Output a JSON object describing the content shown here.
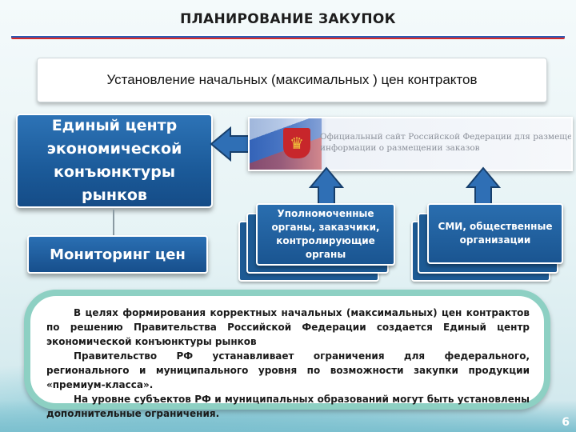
{
  "slide": {
    "title": "ПЛАНИРОВАНИЕ ЗАКУПОК",
    "subtitle": "Установление начальных (максимальных ) цен контрактов",
    "page_number": "6"
  },
  "center_box": {
    "text": "Единый центр экономической конъюнктуры рынков"
  },
  "monitoring_box": {
    "text": "Мониторинг цен"
  },
  "site_banner": {
    "line1": "Официальный сайт Российской Федерации для размещения",
    "line2": "информации о размещении заказов",
    "emblem_icon": "coat-of-arms-icon"
  },
  "authorities_box": {
    "text": "Уполномоченные органы, заказчики, контролирующие органы"
  },
  "media_box": {
    "text": "СМИ, общественные организации"
  },
  "info": {
    "paragraph1": "В целях формирования корректных начальных (максимальных) цен контрактов по решению Правительства Российской Федерации создается Единый центр экономической конъюнктуры рынков",
    "paragraph2": "Правительство РФ устанавливает ограничения для федерального, регионального и муниципального уровня по возможности закупки продукции «премиум-класса».",
    "paragraph3": "На уровне субъектов РФ и муниципальных образований могут быть установлены дополнительные ограничения."
  },
  "colors": {
    "box_blue": "#1b5a99",
    "arrow_blue": "#2f6fb5",
    "info_border": "#8dd0c3",
    "flag_blue": "#2a5bb5",
    "flag_red": "#d62b2b"
  }
}
